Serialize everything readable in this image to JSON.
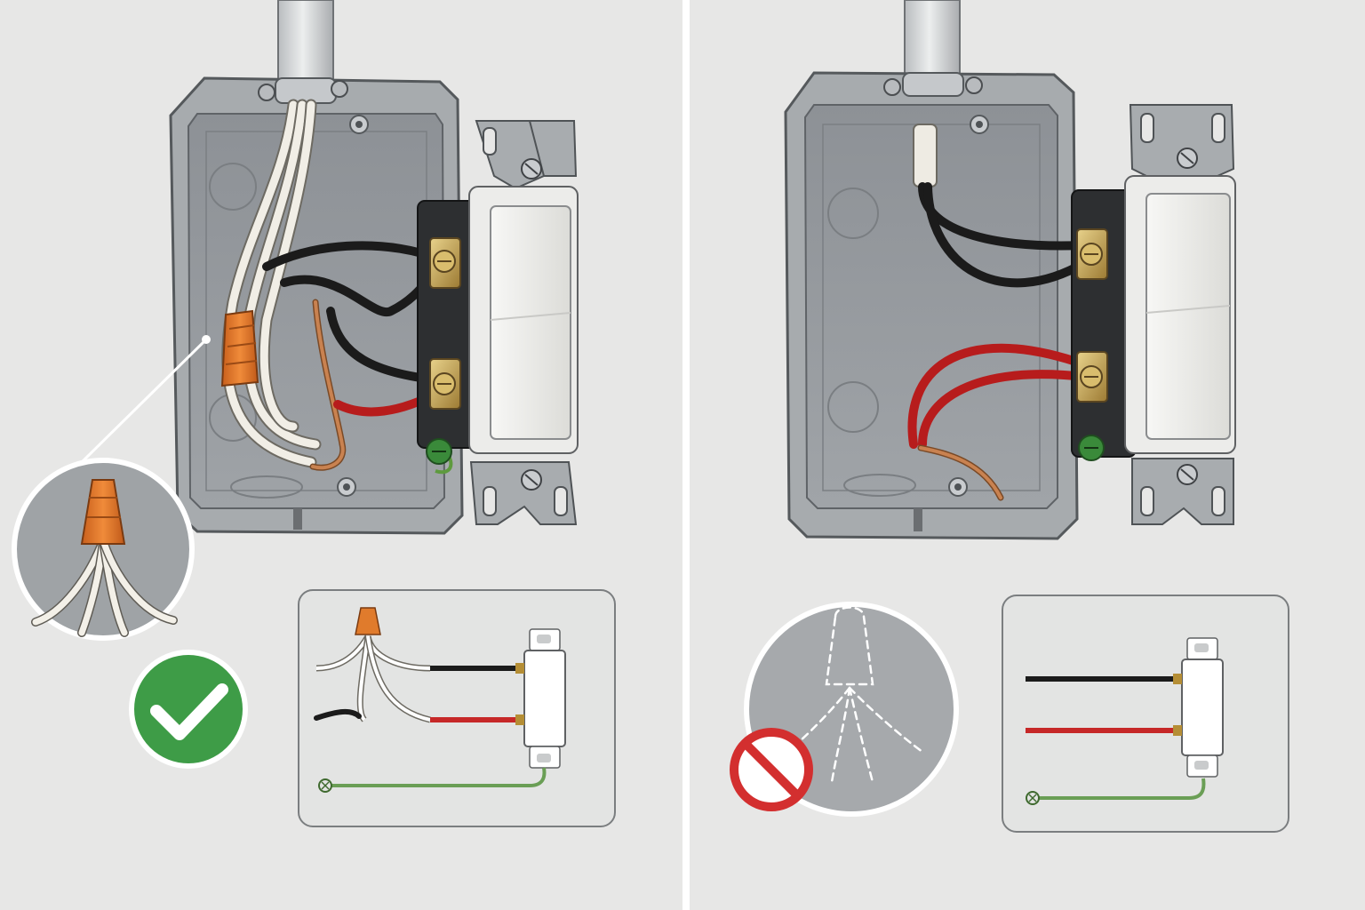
{
  "panels": [
    {
      "id": "correct",
      "badge": "check-mark"
    },
    {
      "id": "incorrect",
      "badge": "prohibited"
    }
  ],
  "colors": {
    "background": "#e7e7e6",
    "box_metal": "#8f9397",
    "hot_wire": "#1e1e1e",
    "switched_wire": "#c62828",
    "neutral_wire": "#f1eee6",
    "ground_wire": "#b87345",
    "wire_nut": "#e07b2c",
    "check_badge": "#3e9c47",
    "prohibited_badge": "#d32f2f",
    "diagram_ground": "#6a9e55"
  },
  "icons": [
    "check-icon",
    "prohibited-icon",
    "wire-nut-icon",
    "ground-screw-icon"
  ]
}
